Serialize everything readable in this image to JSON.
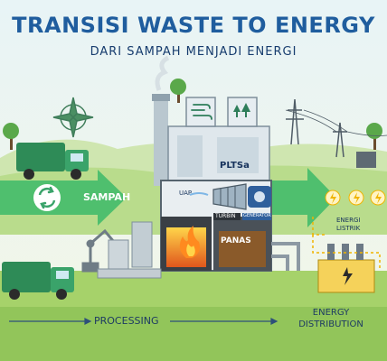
{
  "header": {
    "title": "TRANSISI WASTE TO ENERGY",
    "subtitle": "DARI SAMPAH MENJADI ENERGI"
  },
  "diagram": {
    "flow_arrow_label": "SAMPAH",
    "plant_label": "PLTSa",
    "steam_label": "UAP",
    "turbine_label": "TURBIN",
    "generator_label": "GENERATOR",
    "heat_label": "PANAS",
    "electricity_label_line1": "ENERGI",
    "electricity_label_line2": "LISTRIK"
  },
  "footer": {
    "stage_left": "PROCESSING",
    "stage_right_line1": "ENERGY",
    "stage_right_line2": "DISTRIBUTION"
  },
  "colors": {
    "title": "#1f5d9e",
    "arrow": "#4fbf6e",
    "sky": "#eaf5f4",
    "grass": "#93c95a",
    "truck": "#2e8b57"
  }
}
